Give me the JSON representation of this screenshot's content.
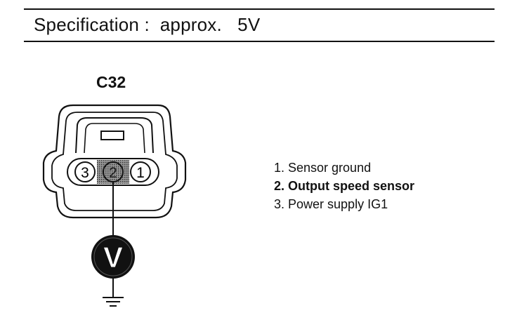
{
  "spec": {
    "label": "Specification",
    "separator": ":",
    "approx": "approx.",
    "value": "5V"
  },
  "connector": {
    "name": "C32",
    "pins": [
      "3",
      "2",
      "1"
    ]
  },
  "meter": {
    "symbol": "V"
  },
  "legend": [
    {
      "text": "1. Sensor ground",
      "bold": false
    },
    {
      "text": "2. Output speed sensor",
      "bold": true
    },
    {
      "text": "3. Power supply IG1",
      "bold": false
    }
  ]
}
